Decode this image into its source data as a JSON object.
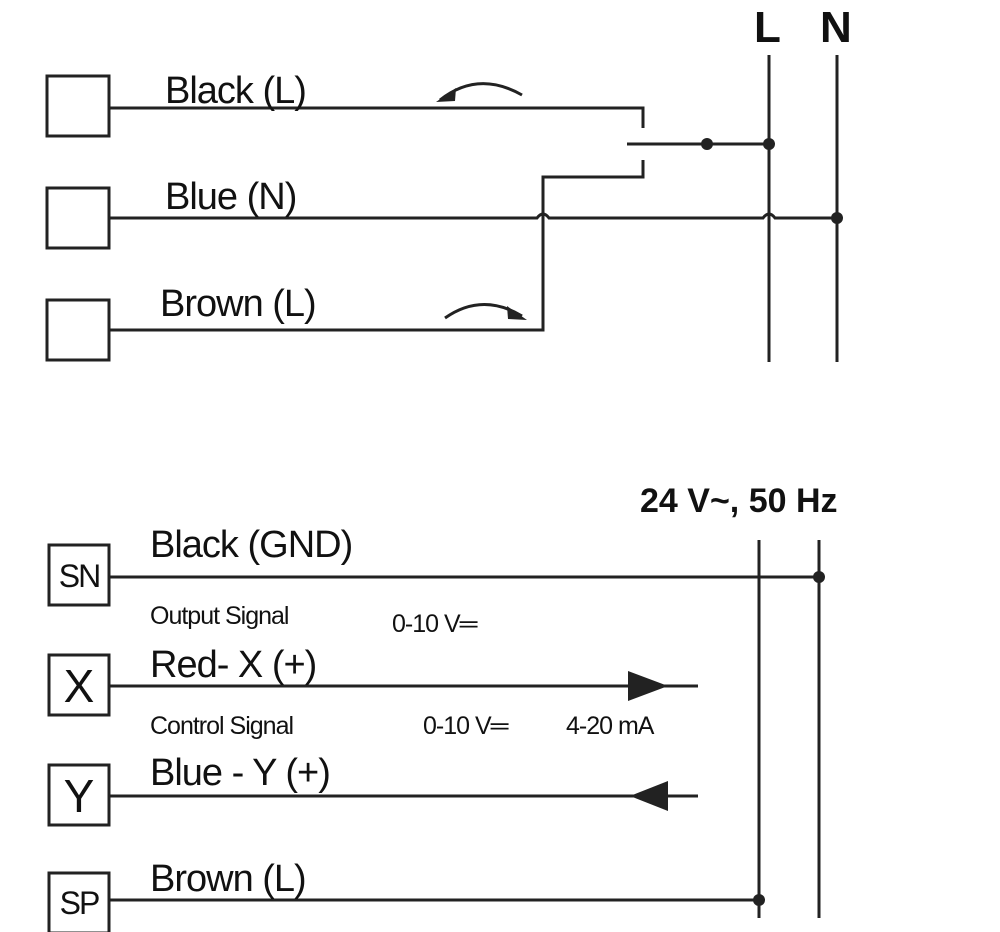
{
  "top_diagram": {
    "rails": {
      "live": "L",
      "neutral": "N"
    },
    "wires": [
      {
        "label": "Black (L)"
      },
      {
        "label": "Blue (N)"
      },
      {
        "label": "Brown (L)"
      }
    ]
  },
  "bottom_diagram": {
    "supply": "24 V~, 50 Hz",
    "terminals": [
      "SN",
      "X",
      "Y",
      "SP"
    ],
    "wires": [
      {
        "label": "Black (GND)"
      },
      {
        "label": "Red- X (+)"
      },
      {
        "label": "Blue - Y (+)"
      },
      {
        "label": "Brown (L)"
      }
    ],
    "output_signal": {
      "label": "Output Signal",
      "range": "0-10 V═"
    },
    "control_signal": {
      "label": "Control Signal",
      "range": "0-10 V═",
      "current": "4-20 mA"
    }
  },
  "colors": {
    "ink": "#111111",
    "background": "#ffffff"
  }
}
